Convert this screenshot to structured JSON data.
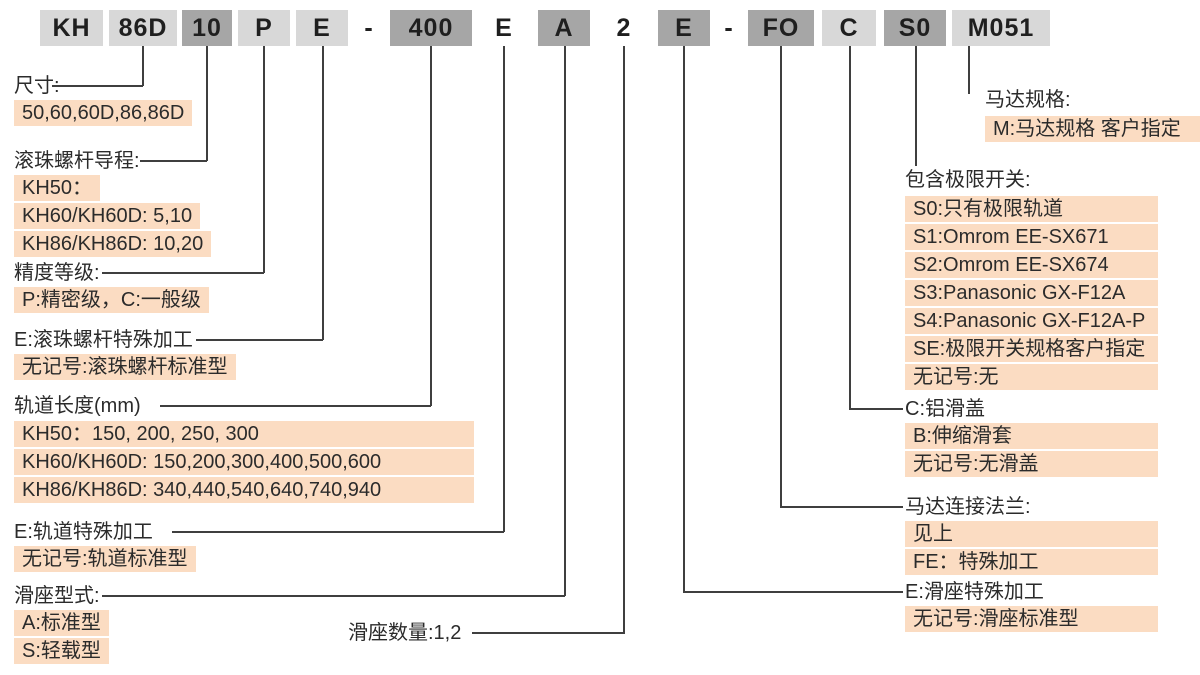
{
  "colors": {
    "highlight_peach": "#fbdcc2",
    "segment_light_gray": "#d8d8d8",
    "segment_dark_gray": "#a6a6a6",
    "connector_line": "#3f3f3f",
    "text": "#2b2b2b"
  },
  "model_code": {
    "segments": [
      {
        "text": "KH"
      },
      {
        "text": "86D"
      },
      {
        "text": "10"
      },
      {
        "text": "P"
      },
      {
        "text": "E"
      },
      {
        "text": "-"
      },
      {
        "text": "400"
      },
      {
        "text": "E"
      },
      {
        "text": "A"
      },
      {
        "text": "2"
      },
      {
        "text": "E"
      },
      {
        "text": "-"
      },
      {
        "text": "FO"
      },
      {
        "text": "C"
      },
      {
        "text": "S0"
      },
      {
        "text": "M051"
      }
    ]
  },
  "callouts": {
    "size": {
      "label": "尺寸:",
      "options": [
        "50,60,60D,86,86D"
      ]
    },
    "screw_lead": {
      "label": "滚珠螺杆导程:",
      "options": [
        "KH50：",
        "KH60/KH60D: 5,10",
        "KH86/KH86D: 10,20"
      ]
    },
    "accuracy": {
      "label": "精度等级:",
      "options": [
        "P:精密级，C:一般级"
      ]
    },
    "screw_special": {
      "label": "E:滚珠螺杆特殊加工",
      "options": [
        "无记号:滚珠螺杆标准型"
      ]
    },
    "rail_length": {
      "label": "轨道长度(mm)",
      "options": [
        "KH50：150, 200, 250, 300",
        "KH60/KH60D: 150,200,300,400,500,600",
        "KH86/KH86D: 340,440,540,640,740,940"
      ]
    },
    "rail_special": {
      "label": "E:轨道特殊加工",
      "options": [
        "无记号:轨道标准型"
      ]
    },
    "slider_type": {
      "label": "滑座型式:",
      "options": [
        "A:标准型",
        "S:轻载型"
      ]
    },
    "slider_qty": {
      "label": "滑座数量:1,2"
    },
    "motor_spec": {
      "label": "马达规格:",
      "options": [
        "M:马达规格  客户指定"
      ]
    },
    "limit_switch": {
      "label": "包含极限开关:",
      "options": [
        "S0:只有极限轨道",
        "S1:Omrom EE-SX671",
        "S2:Omrom EE-SX674",
        "S3:Panasonic GX-F12A",
        "S4:Panasonic GX-F12A-P",
        "SE:极限开关规格客户指定",
        "无记号:无"
      ]
    },
    "cover": {
      "label": "C:铝滑盖",
      "options": [
        "B:伸缩滑套",
        "无记号:无滑盖"
      ]
    },
    "motor_flange": {
      "label": "马达连接法兰:",
      "options": [
        "见上",
        "FE：特殊加工"
      ]
    },
    "slider_special": {
      "label": "E:滑座特殊加工",
      "options": [
        "无记号:滑座标准型"
      ]
    }
  }
}
